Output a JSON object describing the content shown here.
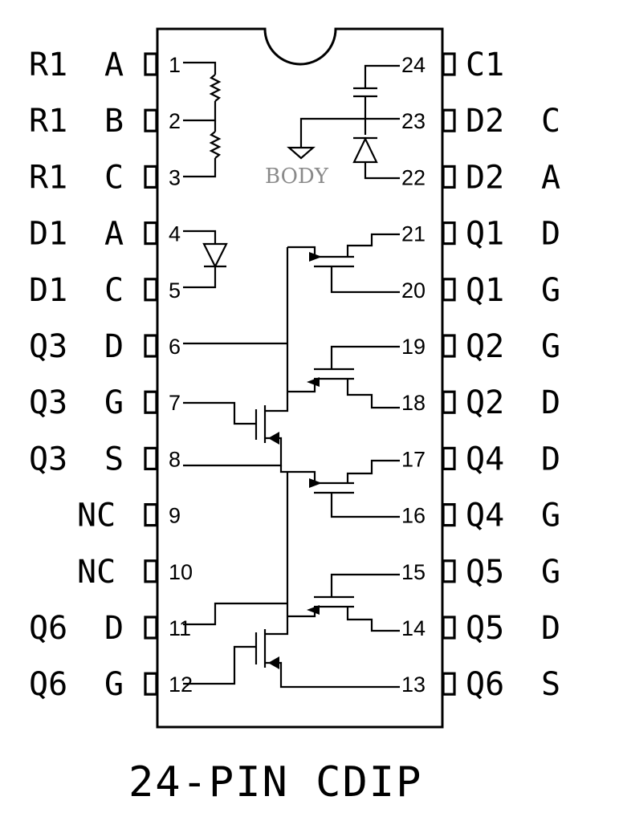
{
  "title": "24-PIN CDIP",
  "body_label": "BODY",
  "left_pins": [
    {
      "num": "1",
      "sig": "R1",
      "term": "A"
    },
    {
      "num": "2",
      "sig": "R1",
      "term": "B"
    },
    {
      "num": "3",
      "sig": "R1",
      "term": "C"
    },
    {
      "num": "4",
      "sig": "D1",
      "term": "A"
    },
    {
      "num": "5",
      "sig": "D1",
      "term": "C"
    },
    {
      "num": "6",
      "sig": "Q3",
      "term": "D"
    },
    {
      "num": "7",
      "sig": "Q3",
      "term": "G"
    },
    {
      "num": "8",
      "sig": "Q3",
      "term": "S"
    },
    {
      "num": "9",
      "sig": "NC",
      "term": ""
    },
    {
      "num": "10",
      "sig": "NC",
      "term": ""
    },
    {
      "num": "11",
      "sig": "Q6",
      "term": "D"
    },
    {
      "num": "12",
      "sig": "Q6",
      "term": "G"
    }
  ],
  "right_pins": [
    {
      "num": "24",
      "sig": "C1",
      "term": ""
    },
    {
      "num": "23",
      "sig": "D2",
      "term": "C"
    },
    {
      "num": "22",
      "sig": "D2",
      "term": "A"
    },
    {
      "num": "21",
      "sig": "Q1",
      "term": "D"
    },
    {
      "num": "20",
      "sig": "Q1",
      "term": "G"
    },
    {
      "num": "19",
      "sig": "Q2",
      "term": "G"
    },
    {
      "num": "18",
      "sig": "Q2",
      "term": "D"
    },
    {
      "num": "17",
      "sig": "Q4",
      "term": "D"
    },
    {
      "num": "16",
      "sig": "Q4",
      "term": "G"
    },
    {
      "num": "15",
      "sig": "Q5",
      "term": "G"
    },
    {
      "num": "14",
      "sig": "Q5",
      "term": "D"
    },
    {
      "num": "13",
      "sig": "Q6",
      "term": "S"
    }
  ]
}
